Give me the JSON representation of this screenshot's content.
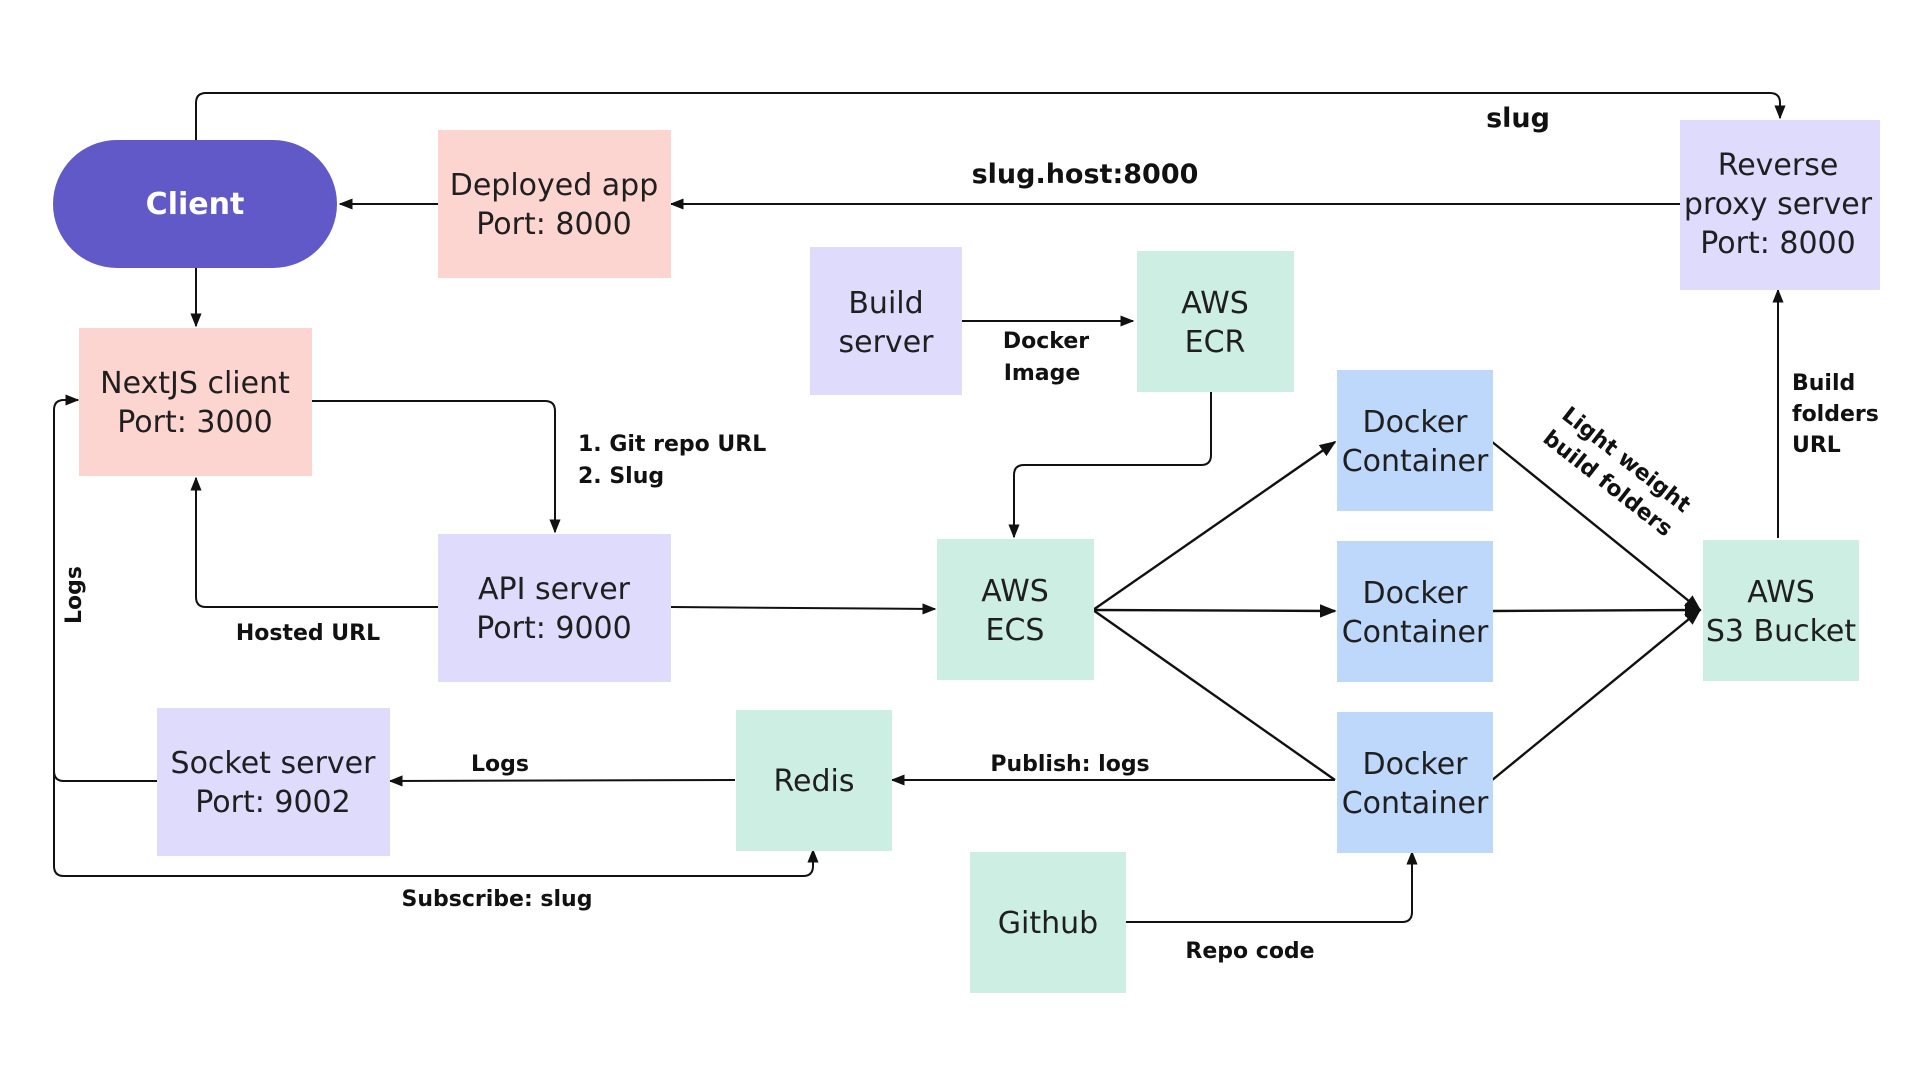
{
  "colors": {
    "client": "#6159c8",
    "pink": "#fdd5d0",
    "lavender": "#dedbfc",
    "mint": "#cdeee3",
    "blue": "#bed8fb",
    "line": "#111111"
  },
  "nodes": {
    "client": {
      "label": "Client"
    },
    "deployed_app": {
      "line1": "Deployed app",
      "line2": "Port: 8000"
    },
    "reverse_proxy": {
      "line1": "Reverse",
      "line2": "proxy server",
      "line3": "Port: 8000"
    },
    "build_server": {
      "line1": "Build",
      "line2": "server"
    },
    "aws_ecr": {
      "line1": "AWS",
      "line2": "ECR"
    },
    "nextjs_client": {
      "line1": "NextJS client",
      "line2": "Port: 3000"
    },
    "api_server": {
      "line1": "API server",
      "line2": "Port: 9000"
    },
    "aws_ecs": {
      "line1": "AWS",
      "line2": "ECS"
    },
    "docker_container_1": {
      "line1": "Docker",
      "line2": "Container"
    },
    "docker_container_2": {
      "line1": "Docker",
      "line2": "Container"
    },
    "docker_container_3": {
      "line1": "Docker",
      "line2": "Container"
    },
    "aws_s3": {
      "line1": "AWS",
      "line2": "S3 Bucket"
    },
    "socket_server": {
      "line1": "Socket server",
      "line2": "Port: 9002"
    },
    "redis": {
      "label": "Redis"
    },
    "github": {
      "label": "Github"
    }
  },
  "edge_labels": {
    "slug": "slug",
    "slug_host": "slug.host:8000",
    "docker_image_1": "Docker",
    "docker_image_2": "Image",
    "git_repo_url": "1. Git  repo URL",
    "slug_item": "2. Slug",
    "hosted_url": "Hosted URL",
    "logs_vertical": "Logs",
    "logs": "Logs",
    "publish_logs": "Publish: logs",
    "subscribe_slug": "Subscribe: slug",
    "repo_code": "Repo code",
    "build_folders_1": "Build",
    "build_folders_2": "folders",
    "build_folders_3": "URL",
    "light_weight_1": "Light weight",
    "light_weight_2": "build folders"
  }
}
